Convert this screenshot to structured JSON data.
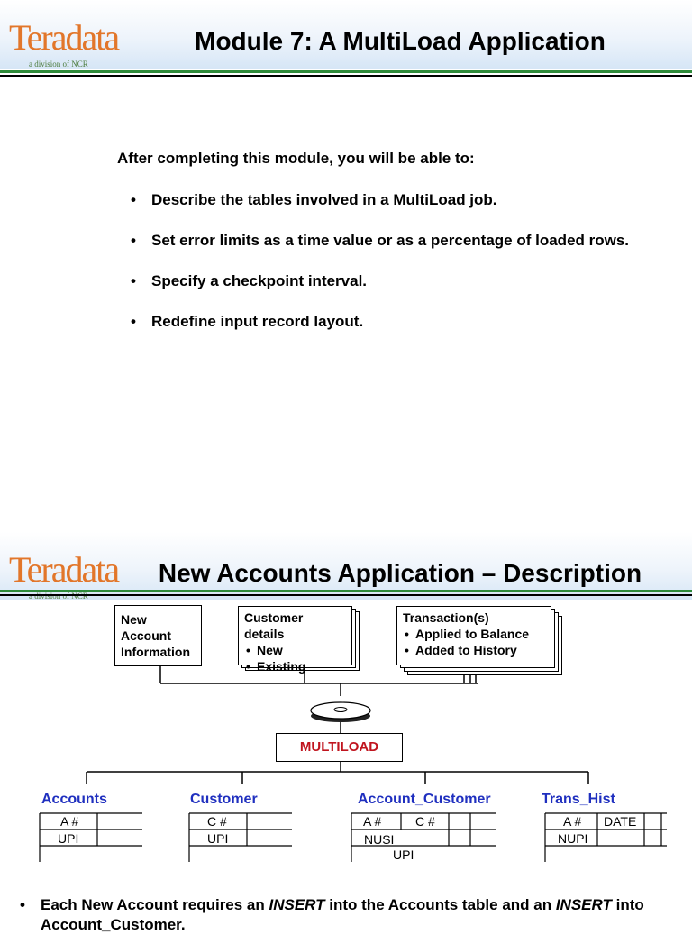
{
  "brand": {
    "logo_text": "Teradata",
    "logo_subtext": "a division of NCR"
  },
  "slide1": {
    "title": "Module 7: A MultiLoad Application",
    "intro": "After completing this module, you will be able to:",
    "objectives": [
      "Describe the tables involved in a MultiLoad job.",
      "Set error limits as a time value or as a percentage of loaded rows.",
      "Specify a checkpoint interval.",
      "Redefine input record layout."
    ]
  },
  "slide2": {
    "title": "New Accounts Application – Description",
    "inputs": {
      "new_account": [
        "New",
        "Account",
        "Information"
      ],
      "customer_details": {
        "heading": "Customer details",
        "items": [
          "New",
          "Existing"
        ]
      },
      "transactions": {
        "heading": "Transaction(s)",
        "items": [
          "Applied to Balance",
          "Added to History"
        ]
      }
    },
    "multiload_label": "MULTILOAD",
    "tables": [
      {
        "name": "Accounts",
        "columns": [
          "A #"
        ],
        "index_labels": [
          "UPI"
        ]
      },
      {
        "name": "Customer",
        "columns": [
          "C #"
        ],
        "index_labels": [
          "UPI"
        ]
      },
      {
        "name": "Account_Customer",
        "columns": [
          "A #",
          "C #"
        ],
        "index_labels": [
          "NUSI",
          "UPI"
        ]
      },
      {
        "name": "Trans_Hist",
        "columns": [
          "A #",
          "DATE"
        ],
        "index_labels": [
          "NUPI"
        ]
      }
    ],
    "note": {
      "part1": "Each New Account requires an ",
      "em1": "INSERT",
      "part2": " into the Accounts table and an ",
      "em2": "INSERT",
      "part3": " into Account_Customer."
    }
  },
  "colors": {
    "title_green_rule": "#2e8b3a",
    "logo_orange": "#e2762a",
    "table_name_blue": "#1f2fbf",
    "multiload_red": "#c0141e"
  }
}
